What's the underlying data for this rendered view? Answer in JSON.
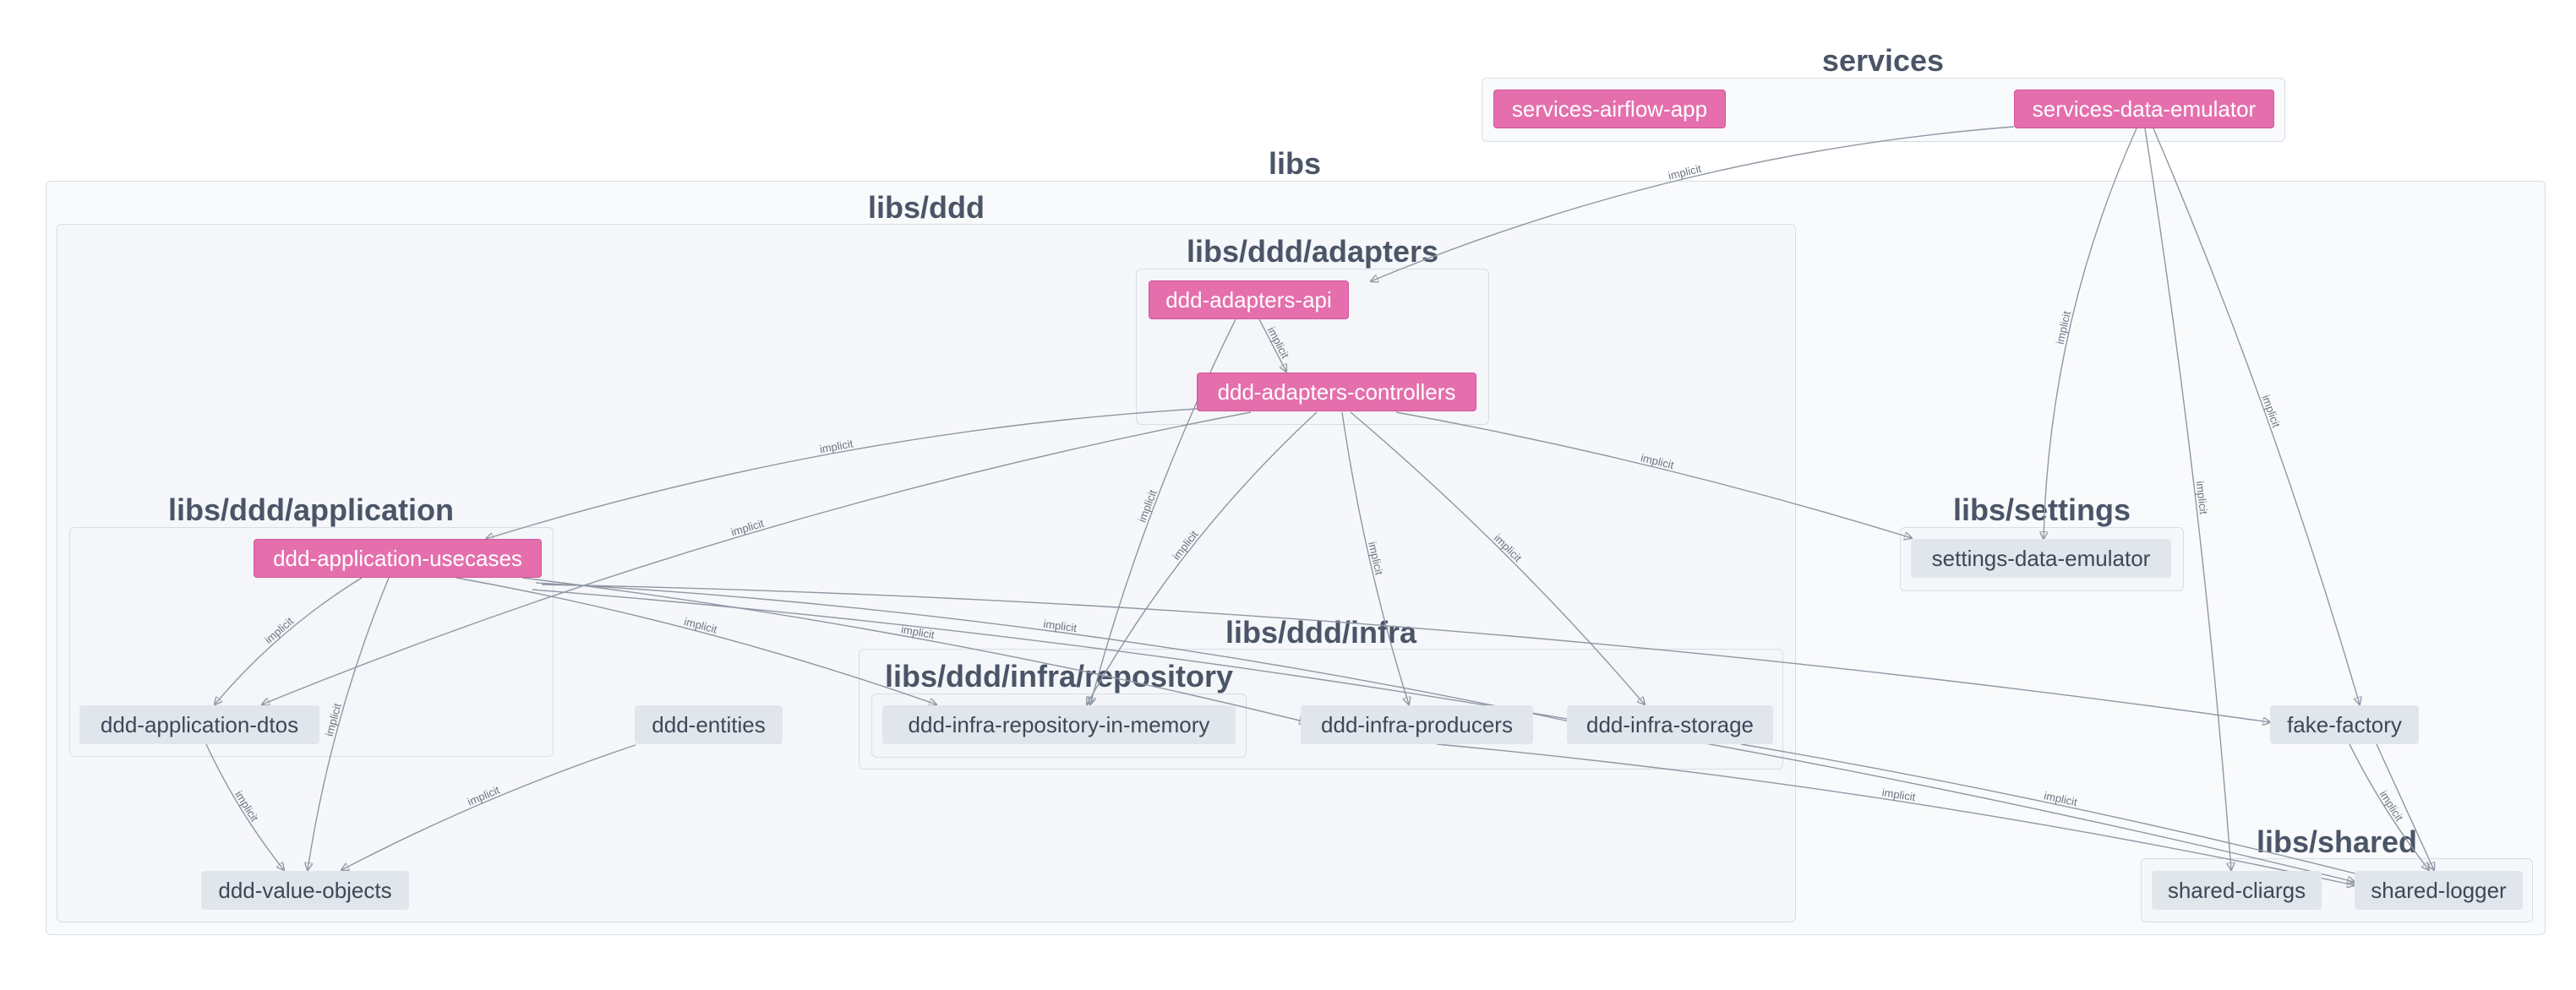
{
  "groups": {
    "services": "services",
    "libs": "libs",
    "libs_ddd": "libs/ddd",
    "libs_ddd_adapters": "libs/ddd/adapters",
    "libs_ddd_application": "libs/ddd/application",
    "libs_ddd_infra": "libs/ddd/infra",
    "libs_ddd_infra_repository": "libs/ddd/infra/repository",
    "libs_settings": "libs/settings",
    "libs_shared": "libs/shared"
  },
  "nodes": {
    "services_airflow_app": "services-airflow-app",
    "services_data_emulator": "services-data-emulator",
    "ddd_adapters_api": "ddd-adapters-api",
    "ddd_adapters_controllers": "ddd-adapters-controllers",
    "ddd_application_usecases": "ddd-application-usecases",
    "ddd_application_dtos": "ddd-application-dtos",
    "ddd_entities": "ddd-entities",
    "ddd_value_objects": "ddd-value-objects",
    "ddd_infra_repository_in_memory": "ddd-infra-repository-in-memory",
    "ddd_infra_producers": "ddd-infra-producers",
    "ddd_infra_storage": "ddd-infra-storage",
    "settings_data_emulator": "settings-data-emulator",
    "fake_factory": "fake-factory",
    "shared_cliargs": "shared-cliargs",
    "shared_logger": "shared-logger"
  },
  "edge_label": "implicit",
  "colors": {
    "highlight_node": "#e46fac",
    "default_node": "#e1e6ed",
    "edge": "#8f97a3",
    "group_border": "#d8dde5"
  }
}
